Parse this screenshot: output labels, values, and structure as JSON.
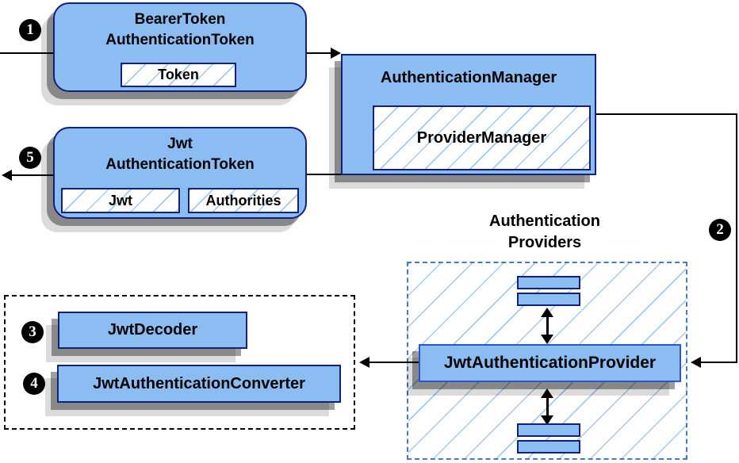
{
  "colors": {
    "node_fill": "#8bbdf2",
    "node_border": "#14217c",
    "provider_border": "#2d55cc",
    "hatch_line": "#a6c9ee",
    "dashed_blue": "#4878c8",
    "dashed_black": "#000000",
    "arrow": "#000000",
    "text": "#000000",
    "badge_bg": "#000000",
    "badge_fg": "#ffffff",
    "shadow_dark": "rgba(0,0,0,0.38)",
    "shadow_light": "rgba(0,0,0,0.14)"
  },
  "nodes": {
    "bearer_token_authentication_token": {
      "title_line1": "BearerToken",
      "title_line2": "AuthenticationToken",
      "field": "Token"
    },
    "authentication_manager": {
      "title": "AuthenticationManager",
      "implementation": "ProviderManager"
    },
    "jwt_authentication_token": {
      "title_line1": "Jwt",
      "title_line2": "AuthenticationToken",
      "field1": "Jwt",
      "field2": "Authorities"
    },
    "authentication_providers_label": {
      "line1": "Authentication",
      "line2": "Providers"
    },
    "jwt_authentication_provider": {
      "label": "JwtAuthenticationProvider"
    },
    "jwt_decoder": {
      "label": "JwtDecoder"
    },
    "jwt_authentication_converter": {
      "label": "JwtAuthenticationConverter"
    }
  },
  "step_badges": {
    "step1": "1",
    "step2": "2",
    "step3": "3",
    "step4": "4",
    "step5": "5"
  }
}
